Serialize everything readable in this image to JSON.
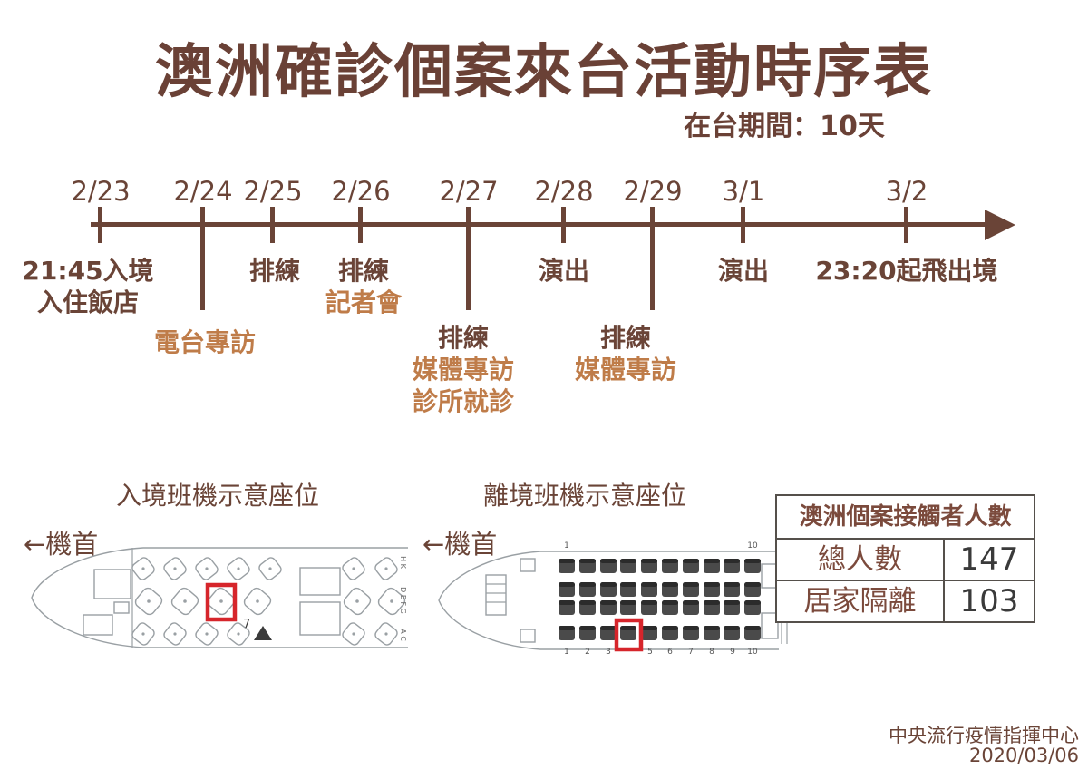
{
  "page": {
    "title": "澳洲確診個案來台活動時序表",
    "subtitle": "在台期間：10天"
  },
  "timeline": {
    "items": [
      {
        "date": "2/23",
        "events": [
          "21:45入境",
          "入住飯店"
        ]
      },
      {
        "date": "2/24",
        "events": [
          "電台專訪"
        ]
      },
      {
        "date": "2/25",
        "events": [
          "排練"
        ]
      },
      {
        "date": "2/26",
        "events": [
          "排練",
          "記者會"
        ]
      },
      {
        "date": "2/27",
        "events": [
          "排練",
          "媒體專訪",
          "診所就診"
        ]
      },
      {
        "date": "2/28",
        "events": [
          "演出"
        ]
      },
      {
        "date": "2/29",
        "events": [
          "排練",
          "媒體專訪"
        ]
      },
      {
        "date": "3/1",
        "events": [
          "演出"
        ]
      },
      {
        "date": "3/2",
        "events": [
          "23:20起飛出境"
        ]
      }
    ]
  },
  "seatmaps": {
    "inbound": {
      "title": "入境班機示意座位",
      "nose_label": "←機首",
      "highlight_label": "7",
      "column_letters": [
        "H K",
        "D E F G",
        "A C"
      ]
    },
    "outbound": {
      "title": "離境班機示意座位",
      "nose_label": "←機首",
      "row_numbers_top": [
        "1",
        "10"
      ],
      "row_numbers_bottom": [
        "1",
        "2",
        "3",
        "5",
        "6",
        "7",
        "8",
        "9",
        "10"
      ]
    }
  },
  "contacts_table": {
    "header": "澳洲個案接觸者人數",
    "rows": [
      {
        "label": "總人數",
        "value": "147"
      },
      {
        "label": "居家隔離",
        "value": "103"
      }
    ]
  },
  "footer": {
    "org": "中央流行疫情指揮中心",
    "date": "2020/03/06"
  },
  "colors": {
    "dark_brown": "#6a4437",
    "orange": "#bf7c49",
    "highlight_red": "#d6252b"
  }
}
